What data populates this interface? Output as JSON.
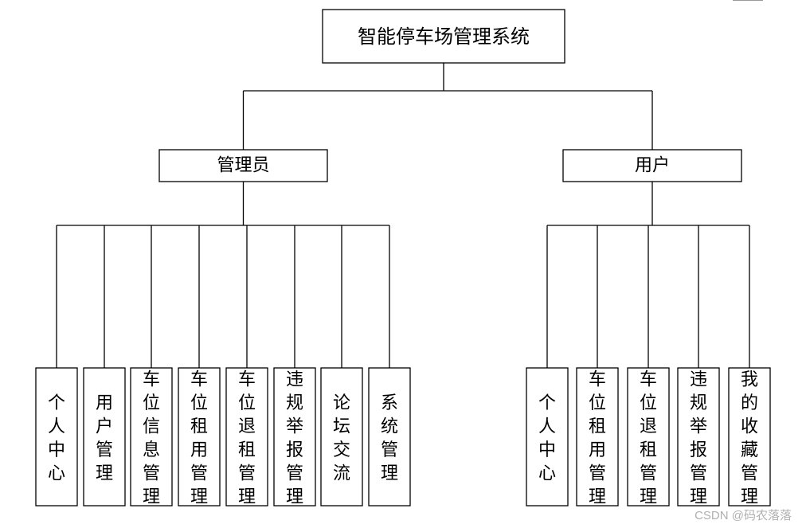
{
  "root": {
    "label": "智能停车场管理系统"
  },
  "roles": [
    {
      "label": "管理员",
      "modules": [
        "个人中心",
        "用户管理",
        "车位信息管理",
        "车位租用管理",
        "车位退租管理",
        "违规举报管理",
        "论坛交流",
        "系统管理"
      ]
    },
    {
      "label": "用户",
      "modules": [
        "个人中心",
        "车位租用管理",
        "车位退租管理",
        "违规举报管理",
        "我的收藏管理"
      ]
    }
  ],
  "watermark": "CSDN @码农落落",
  "colors": {
    "line": "#000000",
    "box_fill": "#ffffff",
    "text": "#000000",
    "watermark": "#b0b0b0"
  }
}
